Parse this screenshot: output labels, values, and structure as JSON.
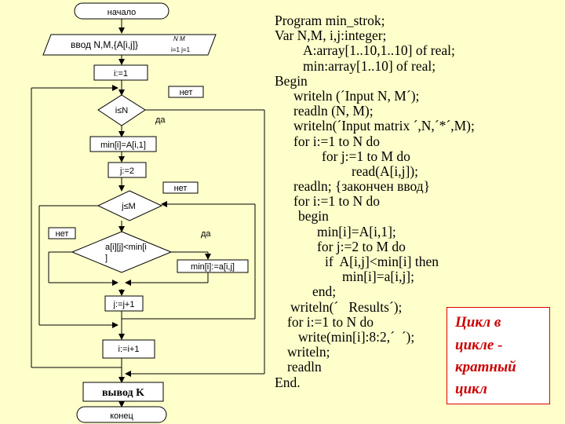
{
  "flowchart": {
    "start": "начало",
    "input_main": "ввод N,M,{A[i,j]}",
    "input_idx_top": "N   M",
    "input_idx_bot": "i=1 j=1",
    "init_i": "i:=1",
    "cond_i": "i≤N",
    "cond_i_no": "нет",
    "cond_i_yes": "да",
    "assign_min": "min[i]=A[i,1]",
    "init_j": "j:=2",
    "cond_j": "j≤M",
    "cond_j_no": "нет",
    "cond_cmp_line1": "a[i][j]<min[i",
    "cond_cmp_line2": "]",
    "cond_cmp_no": "нет",
    "cond_cmp_yes": "да",
    "assign_min2": "min[i]:=a[i,j]",
    "inc_j": "j:=j+1",
    "inc_i": "i:=i+1",
    "output": "вывод K",
    "end": "конец"
  },
  "code_lines": [
    {
      "text": "Program min_strok;",
      "indent": 0
    },
    {
      "text": "Var N,M, i,j:integer;",
      "indent": 0
    },
    {
      "text": "A:array[1..10,1..10] of real;",
      "indent": 36
    },
    {
      "text": "min:array[1..10] of real;",
      "indent": 36
    },
    {
      "text": "Begin",
      "indent": 0
    },
    {
      "text": "writeln (´Input N, M´);",
      "indent": 24
    },
    {
      "text": "readln (N, M);",
      "indent": 24
    },
    {
      "text": "writeln(´Input matrix ´,N,´*´,M);",
      "indent": 24
    },
    {
      "text": "for i:=1 to N do",
      "indent": 24
    },
    {
      "text": "for j:=1 to M do",
      "indent": 60
    },
    {
      "text": "read(A[i,j]);",
      "indent": 98
    },
    {
      "text": "readln; {закончен ввод}",
      "indent": 24
    },
    {
      "text": "for i:=1 to N do",
      "indent": 24
    },
    {
      "text": "begin",
      "indent": 30
    },
    {
      "text": "min[i]=A[i,1];",
      "indent": 54
    },
    {
      "text": "for j:=2 to M do",
      "indent": 54
    },
    {
      "text": "if  A[i,j]<min[i] then",
      "indent": 64
    },
    {
      "text": "min[i]=a[i,j];",
      "indent": 86
    },
    {
      "text": "end;",
      "indent": 48
    },
    {
      "text": "writeln(´   Results´);",
      "indent": 20
    },
    {
      "text": "for i:=1 to N do",
      "indent": 16
    },
    {
      "text": "write(min[i]:8:2,´  ´);",
      "indent": 30
    },
    {
      "text": "writeln;",
      "indent": 16
    },
    {
      "text": "readln",
      "indent": 16
    },
    {
      "text": "End.",
      "indent": 0
    }
  ],
  "note": {
    "line1": "Цикл в",
    "line2": "цикле -",
    "line3": "кратный",
    "line4": "цикл"
  }
}
